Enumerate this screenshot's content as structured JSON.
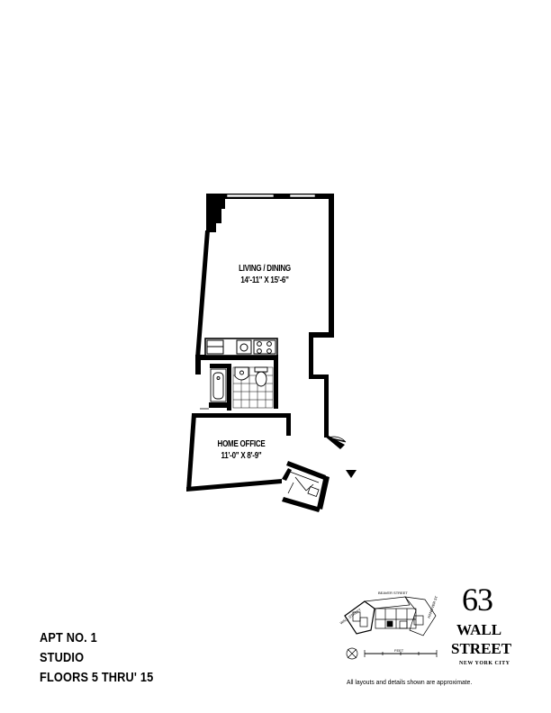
{
  "rooms": {
    "living": {
      "name": "LIVING / DINING",
      "dims": "14'-11\" X 15'-6\""
    },
    "office": {
      "name": "HOME OFFICE",
      "dims": "11'-0\" X 8'-9\""
    }
  },
  "apartment": {
    "number": "APT  NO. 1",
    "type": "STUDIO",
    "floors": "FLOORS  5  THRU'  15"
  },
  "logo": {
    "number": "63",
    "line1": "WALL",
    "line2": "STREET",
    "city": "NEW YORK CITY"
  },
  "key_plan": {
    "street_top": "BEAVER STREET",
    "street_left": "WALL STREET",
    "street_right": "HANOVER ST",
    "scale_label": "FEET"
  },
  "disclaimer": "All layouts and details shown are approximate.",
  "colors": {
    "ink": "#000000",
    "paper": "#ffffff"
  }
}
